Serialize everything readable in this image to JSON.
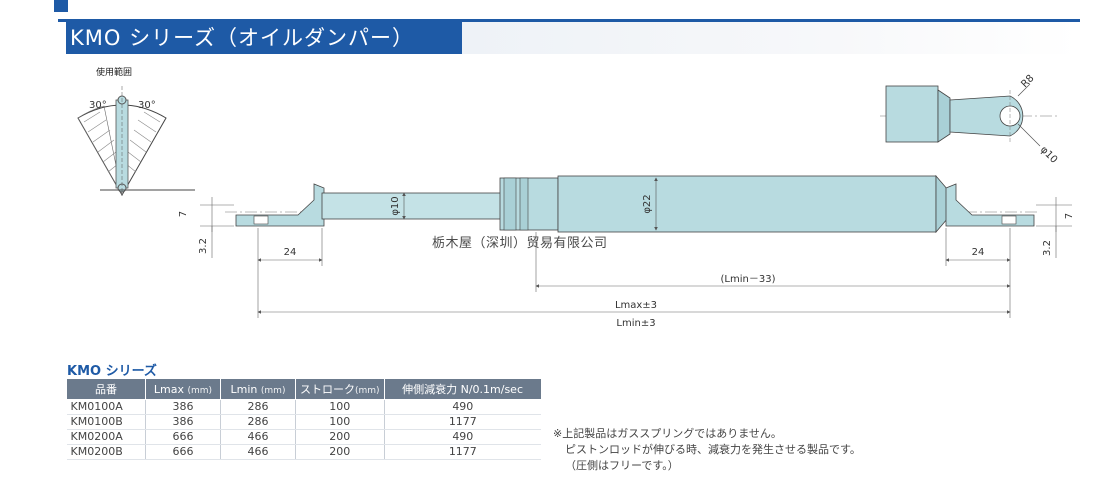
{
  "header": {
    "title": "KMO シリーズ（オイルダンパー）",
    "accent_color": "#1e5aa6"
  },
  "range_diagram": {
    "title": "使用範囲",
    "angle_left": "30°",
    "angle_right": "30°"
  },
  "drawing": {
    "dim_7_left": "7",
    "dim_3_2_left": "3.2",
    "dim_24_left": "24",
    "dim_phi10_rod": "φ10",
    "dim_phi22_body": "φ22",
    "dim_7_right": "7",
    "dim_3_2_right": "3.2",
    "dim_24_right": "24",
    "dim_lmin_33": "(Lmin－33)",
    "dim_lmax": "Lmax±3",
    "dim_lmin": "Lmin±3",
    "detail_r": "R8",
    "detail_phi": "φ10",
    "watermark": "栃木屋（深圳）贸易有限公司"
  },
  "table": {
    "title": "KMO シリーズ",
    "headers": [
      {
        "label": "品番",
        "unit": ""
      },
      {
        "label": "Lmax",
        "unit": "(mm)"
      },
      {
        "label": "Lmin",
        "unit": "(mm)"
      },
      {
        "label": "ストローク",
        "unit": "(mm)"
      },
      {
        "label": "伸側減衰力 N/0.1m/sec",
        "unit": ""
      }
    ],
    "rows": [
      [
        "KM0100A",
        "386",
        "286",
        "100",
        "490"
      ],
      [
        "KM0100B",
        "386",
        "286",
        "100",
        "1177"
      ],
      [
        "KM0200A",
        "666",
        "466",
        "200",
        "490"
      ],
      [
        "KM0200B",
        "666",
        "466",
        "200",
        "1177"
      ]
    ]
  },
  "notes": [
    "※上記製品はガススプリングではありません。",
    "ピストンロッドが伸びる時、減衰力を発生させる製品です。",
    "（圧側はフリーです。）"
  ]
}
